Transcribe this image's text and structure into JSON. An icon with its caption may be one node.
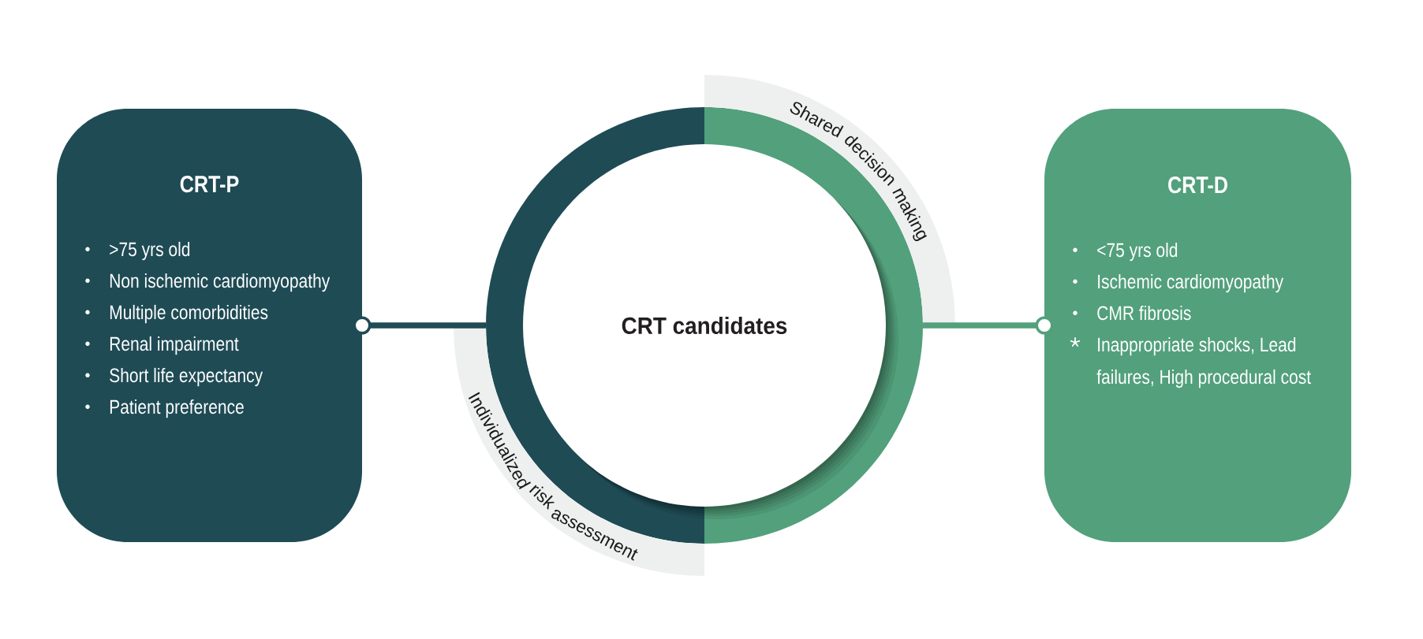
{
  "diagram": {
    "nodes": [
      {
        "text": [
          "CRT-P",
          ">75 yrs old",
          "Non ischemic cardiomyopathy",
          "Multiple comorbidities",
          "Renal impairment",
          "Short life expectancy",
          "Patient preference"
        ]
      },
      {
        "text": [
          "CRT candidates",
          "Shared decision making",
          "Individualized risk assessment"
        ]
      },
      {
        "text": [
          "CRT-D",
          "<75 yrs old",
          "Ischemic cardiomyopathy",
          "CMR fibrosis",
          "Inappropriate shocks, Lead failures, High procedural cost"
        ]
      }
    ],
    "edges": [
      {
        "from": 0,
        "to": 1,
        "arrow": "other",
        "color": "#1f4b55"
      },
      {
        "from": 2,
        "to": 1,
        "arrow": "other",
        "color": "#52a07c"
      }
    ]
  }
}
